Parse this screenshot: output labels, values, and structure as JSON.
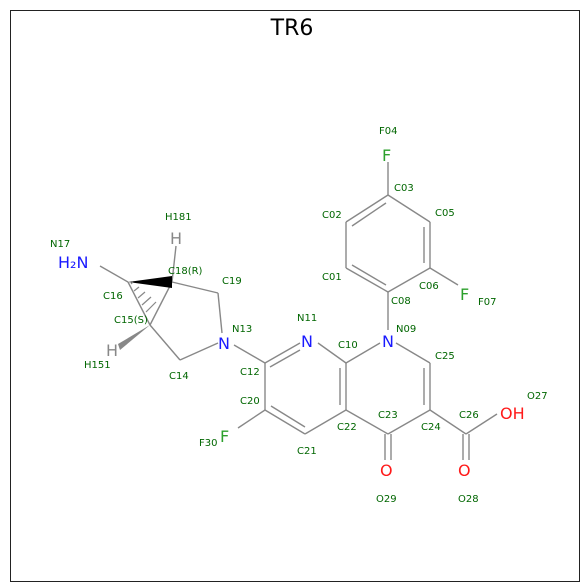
{
  "title": "TR6",
  "colors": {
    "bond": "#888888",
    "carbon_label": "#008000",
    "nitrogen": "#1a1aff",
    "oxygen": "#ff1a1a",
    "fluorine": "#2ca02c",
    "hydrogen": "#888888",
    "label_text": "#006600"
  },
  "atoms": {
    "N17": "H₂N",
    "H181": "H",
    "H151": "H",
    "N13": "N",
    "N11": "N",
    "N09": "N",
    "F04": "F",
    "F07": "F",
    "F30": "F",
    "O29": "O",
    "O28": "O",
    "O27": "OH"
  },
  "labels": {
    "F04": "F04",
    "C03": "C03",
    "C02": "C02",
    "C05": "C05",
    "C01": "C01",
    "C06": "C06",
    "F07": "F07",
    "C08": "C08",
    "N09": "N09",
    "C25": "C25",
    "N11": "N11",
    "C10": "C10",
    "N13": "N13",
    "C12": "C12",
    "C19": "C19",
    "H181": "H181",
    "N17": "N17",
    "C18R": "C18(R)",
    "C16": "C16",
    "C15S": "C15(S)",
    "H151": "H151",
    "C14": "C14",
    "C20": "C20",
    "F30": "F30",
    "C21": "C21",
    "C22": "C22",
    "C23": "C23",
    "C24": "C24",
    "C26": "C26",
    "O27": "O27",
    "O28": "O28",
    "O29": "O29"
  }
}
